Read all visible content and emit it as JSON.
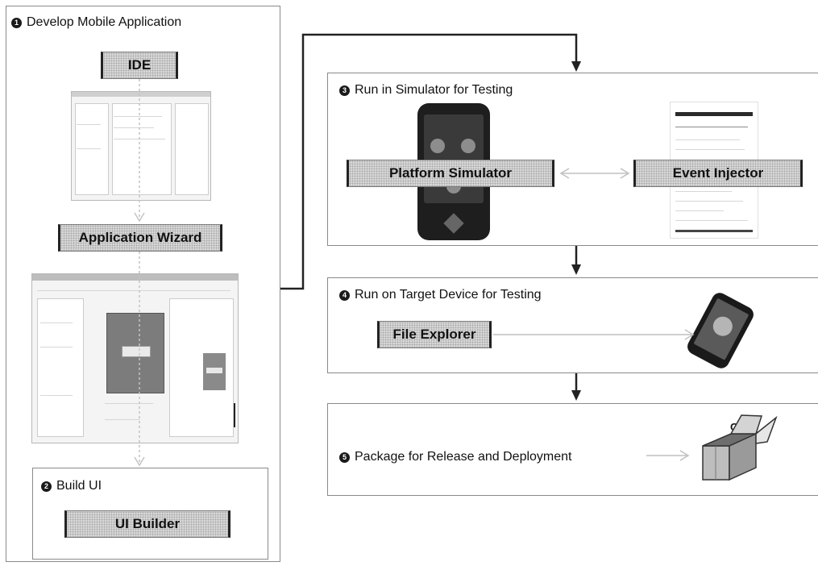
{
  "steps": {
    "develop": {
      "number": "1",
      "title": "Develop Mobile Application"
    },
    "build_ui": {
      "number": "2",
      "title": "Build UI"
    },
    "simulator": {
      "number": "3",
      "title": "Run in Simulator for Testing"
    },
    "target": {
      "number": "4",
      "title": "Run on Target Device for Testing"
    },
    "package": {
      "number": "5",
      "title": "Package for Release and Deployment"
    }
  },
  "tools": {
    "ide": "IDE",
    "app_wizard": "Application Wizard",
    "ui_builder": "UI Builder",
    "platform_simulator": "Platform Simulator",
    "event_injector": "Event Injector",
    "file_explorer": "File Explorer"
  },
  "package_label": "OAP",
  "icons": [
    "ide-screenshot",
    "wizard-screenshot",
    "phone-image",
    "injector-screenshot",
    "device-image",
    "package-box-icon"
  ]
}
